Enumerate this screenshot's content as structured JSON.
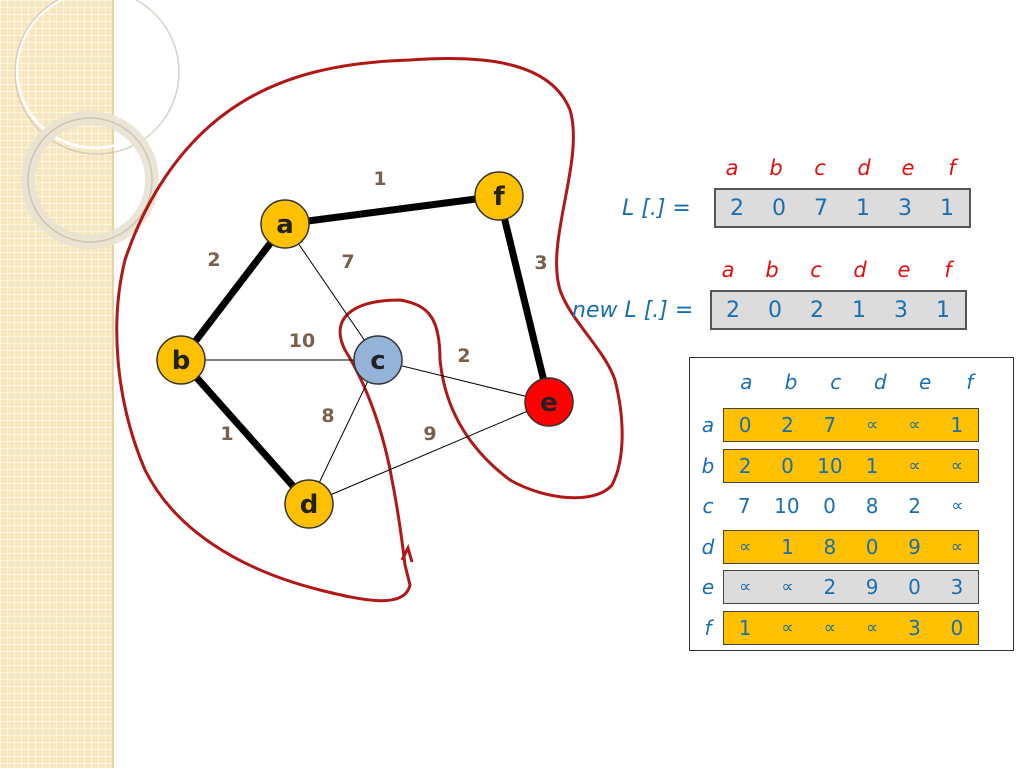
{
  "graph": {
    "nodes": [
      {
        "id": "a",
        "label": "a",
        "color": "#ffc000"
      },
      {
        "id": "b",
        "label": "b",
        "color": "#ffc000"
      },
      {
        "id": "c",
        "label": "c",
        "color": "#95b3d7"
      },
      {
        "id": "d",
        "label": "d",
        "color": "#ffc000"
      },
      {
        "id": "e",
        "label": "e",
        "color": "#ff0000"
      },
      {
        "id": "f",
        "label": "f",
        "color": "#ffc000"
      }
    ],
    "edges": [
      {
        "from": "a",
        "to": "f",
        "weight": "1",
        "bold": true
      },
      {
        "from": "a",
        "to": "b",
        "weight": "2",
        "bold": true
      },
      {
        "from": "a",
        "to": "c",
        "weight": "7",
        "bold": false
      },
      {
        "from": "f",
        "to": "e",
        "weight": "3",
        "bold": true
      },
      {
        "from": "b",
        "to": "c",
        "weight": "10",
        "bold": false
      },
      {
        "from": "c",
        "to": "e",
        "weight": "2",
        "bold": false
      },
      {
        "from": "b",
        "to": "d",
        "weight": "1",
        "bold": true
      },
      {
        "from": "c",
        "to": "d",
        "weight": "8",
        "bold": false
      },
      {
        "from": "d",
        "to": "e",
        "weight": "9",
        "bold": false
      }
    ],
    "boundary_color": "#b01818"
  },
  "L": {
    "label": "L [.] =",
    "headers": [
      "a",
      "b",
      "c",
      "d",
      "e",
      "f"
    ],
    "values": [
      "2",
      "0",
      "7",
      "1",
      "3",
      "1"
    ]
  },
  "newL": {
    "label": "new L [.] =",
    "headers": [
      "a",
      "b",
      "c",
      "d",
      "e",
      "f"
    ],
    "values": [
      "2",
      "0",
      "2",
      "1",
      "3",
      "1"
    ]
  },
  "matrix": {
    "col_headers": [
      "a",
      "b",
      "c",
      "d",
      "e",
      "f"
    ],
    "rows": [
      {
        "label": "a",
        "highlight": "gold",
        "cells": [
          "0",
          "2",
          "7",
          "∝",
          "∝",
          "1"
        ]
      },
      {
        "label": "b",
        "highlight": "gold",
        "cells": [
          "2",
          "0",
          "10",
          "1",
          "∝",
          "∝"
        ]
      },
      {
        "label": "c",
        "highlight": "none",
        "cells": [
          "7",
          "10",
          "0",
          "8",
          "2",
          "∝"
        ]
      },
      {
        "label": "d",
        "highlight": "gold",
        "cells": [
          "∝",
          "1",
          "8",
          "0",
          "9",
          "∝"
        ]
      },
      {
        "label": "e",
        "highlight": "gray",
        "cells": [
          "∝",
          "∝",
          "2",
          "9",
          "0",
          "3"
        ]
      },
      {
        "label": "f",
        "highlight": "gold",
        "cells": [
          "1",
          "∝",
          "∝",
          "∝",
          "3",
          "0"
        ]
      }
    ]
  },
  "colors": {
    "accent_red": "#e01010",
    "text_blue": "#1a6fb0",
    "gold": "#ffc000",
    "gray": "#dcdcdc"
  }
}
